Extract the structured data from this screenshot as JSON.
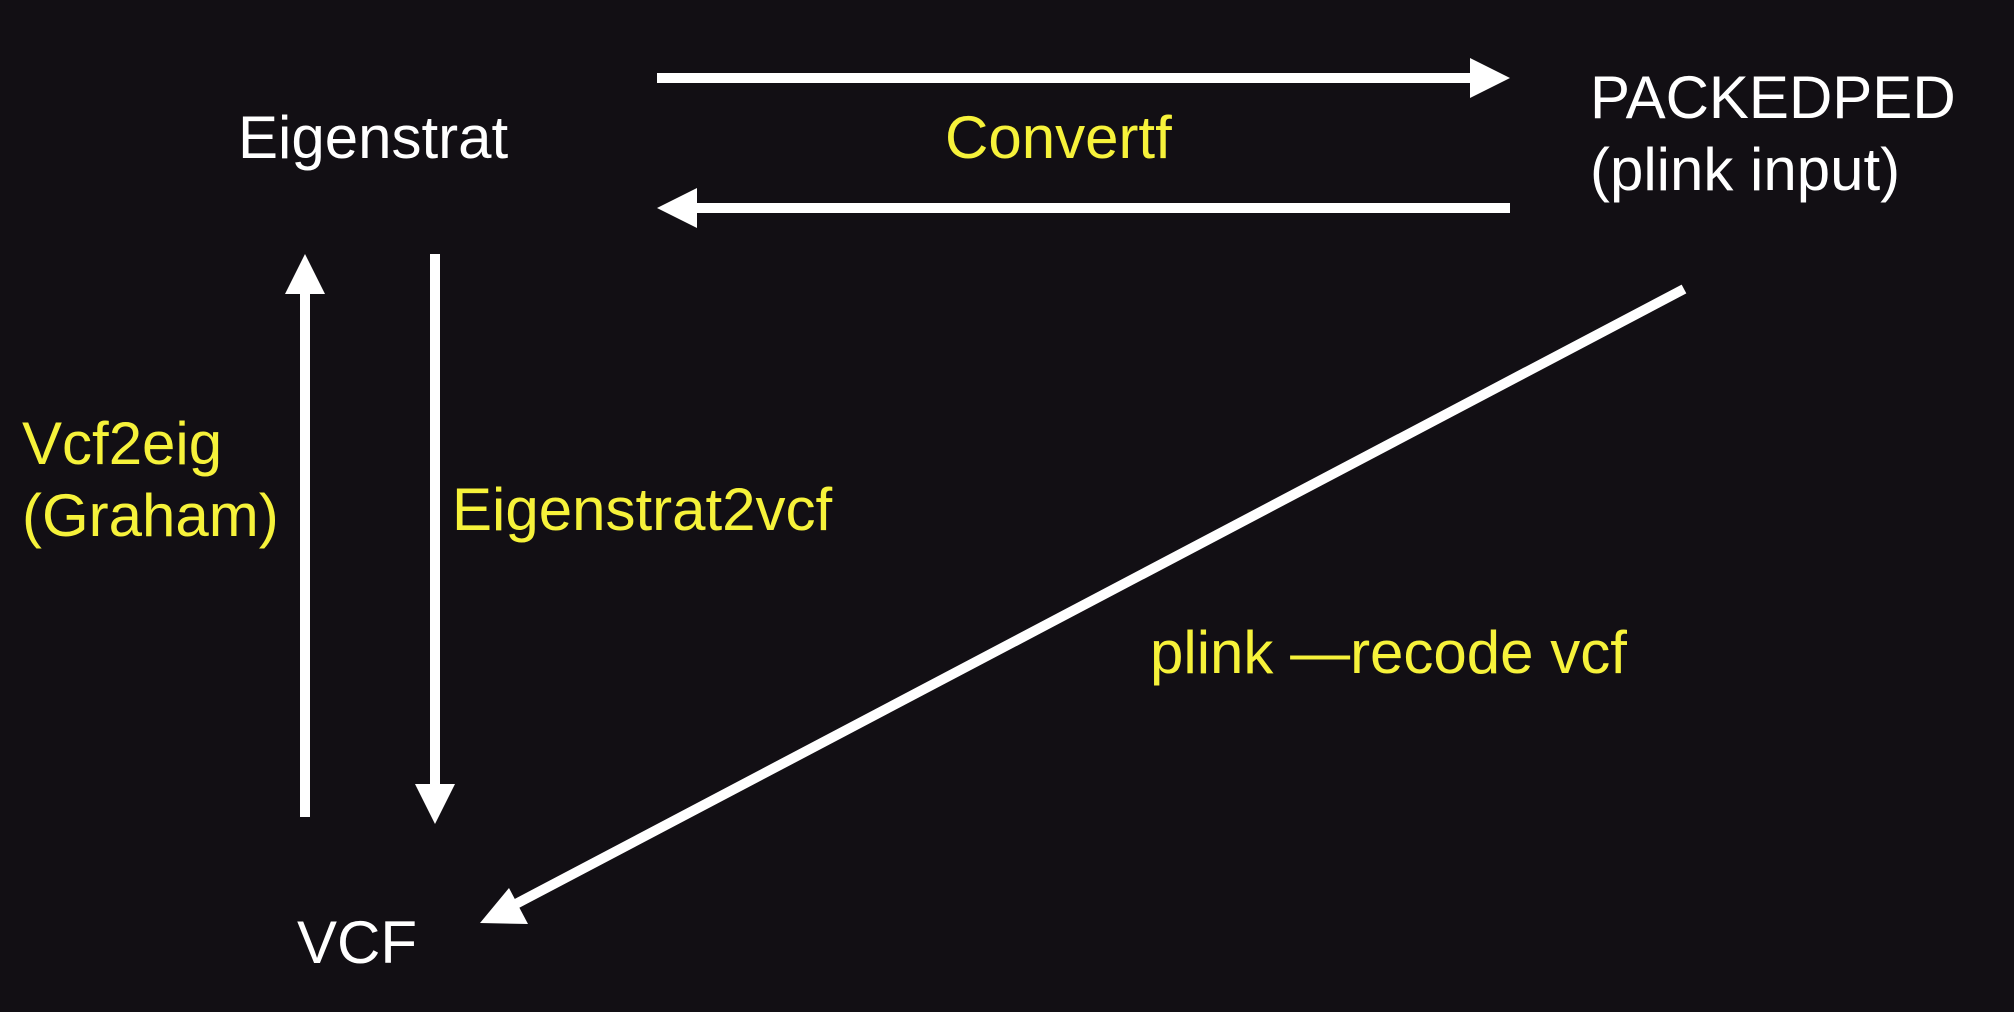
{
  "colors": {
    "background": "#120f14",
    "node_text": "#ffffff",
    "label_text": "#f6f23a",
    "arrow": "#ffffff"
  },
  "nodes": {
    "eigenstrat": "Eigenstrat",
    "packedped_line1": "PACKEDPED",
    "packedped_line2": "(plink input)",
    "vcf": "VCF"
  },
  "edges": {
    "convertf": "Convertf",
    "vcf2eig_line1": "Vcf2eig",
    "vcf2eig_line2": "(Graham)",
    "eigenstrat2vcf": "Eigenstrat2vcf",
    "plink_recode": "plink —recode vcf"
  }
}
